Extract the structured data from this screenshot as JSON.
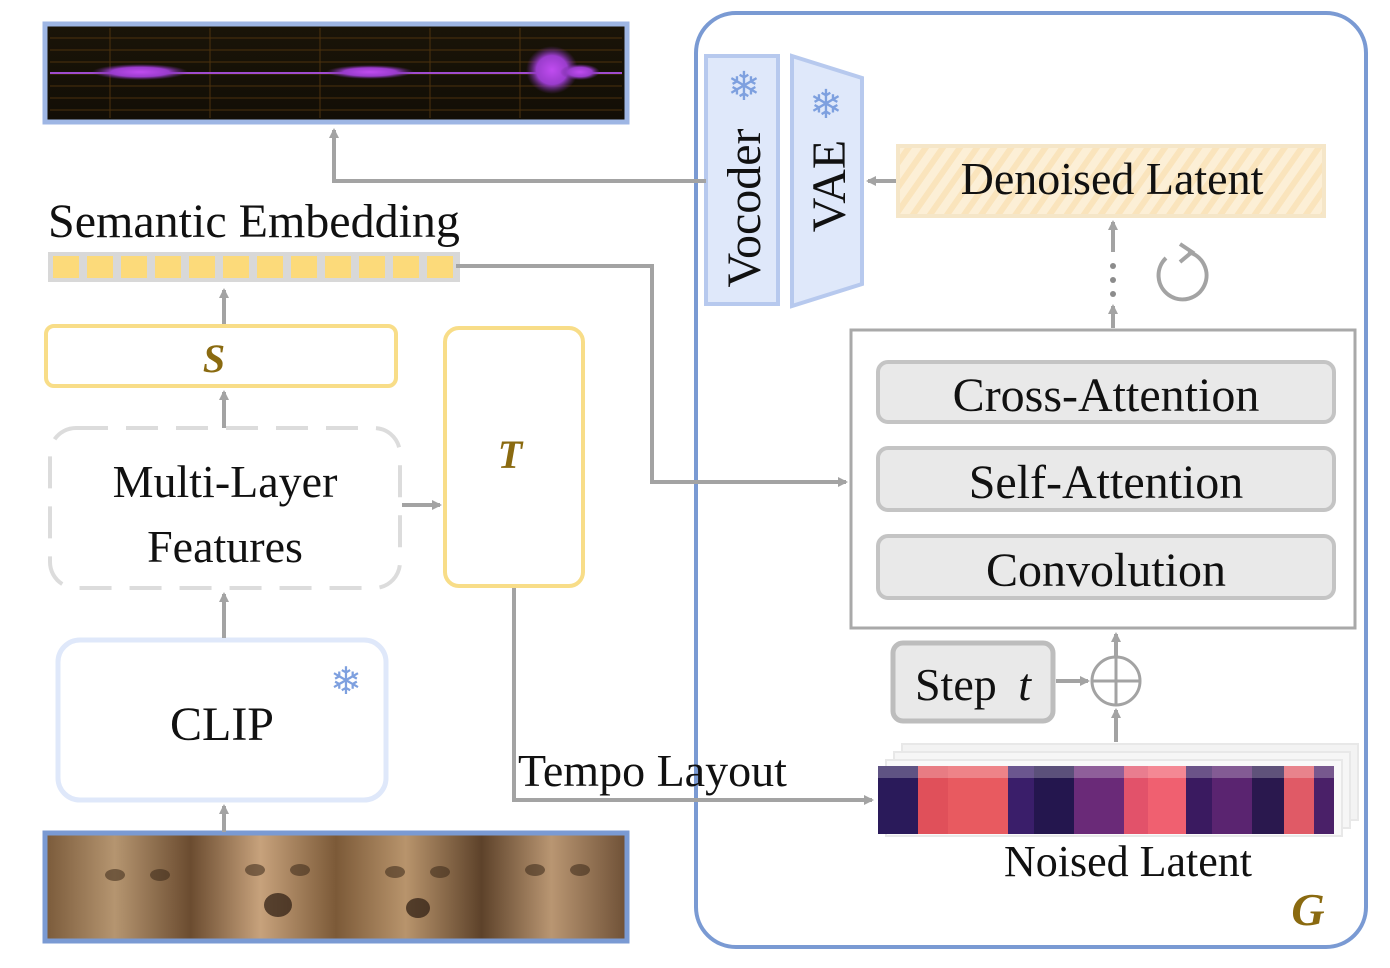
{
  "labels": {
    "semantic_embedding": "Semantic Embedding",
    "s_module": "S",
    "t_module": "T",
    "multi_layer_line1": "Multi-Layer",
    "multi_layer_line2": "Features",
    "clip": "CLIP",
    "tempo_layout": "Tempo Layout",
    "vocoder": "Vocoder",
    "vae": "VAE",
    "denoised_latent": "Denoised Latent",
    "cross_attention": "Cross-Attention",
    "self_attention": "Self-Attention",
    "convolution": "Convolution",
    "step_word": "Step",
    "step_var": "t",
    "noised_latent": "Noised Latent",
    "g_module": "G",
    "plus_symbol": "⊕",
    "frozen_symbol": "❄"
  },
  "colors": {
    "frozen_blue": "#9eb6e4",
    "frozen_fill": "#dfe8fa",
    "container_blue": "#7a9ad3",
    "yellow_border": "#f8dd88",
    "yellow_cell": "#fcda7a",
    "gray_arrow": "#a3a3a3",
    "module_gold": "#8a6a10",
    "block_fill": "#e9e9e9",
    "block_border": "#bdbdbd"
  },
  "embedding_cells": 12
}
